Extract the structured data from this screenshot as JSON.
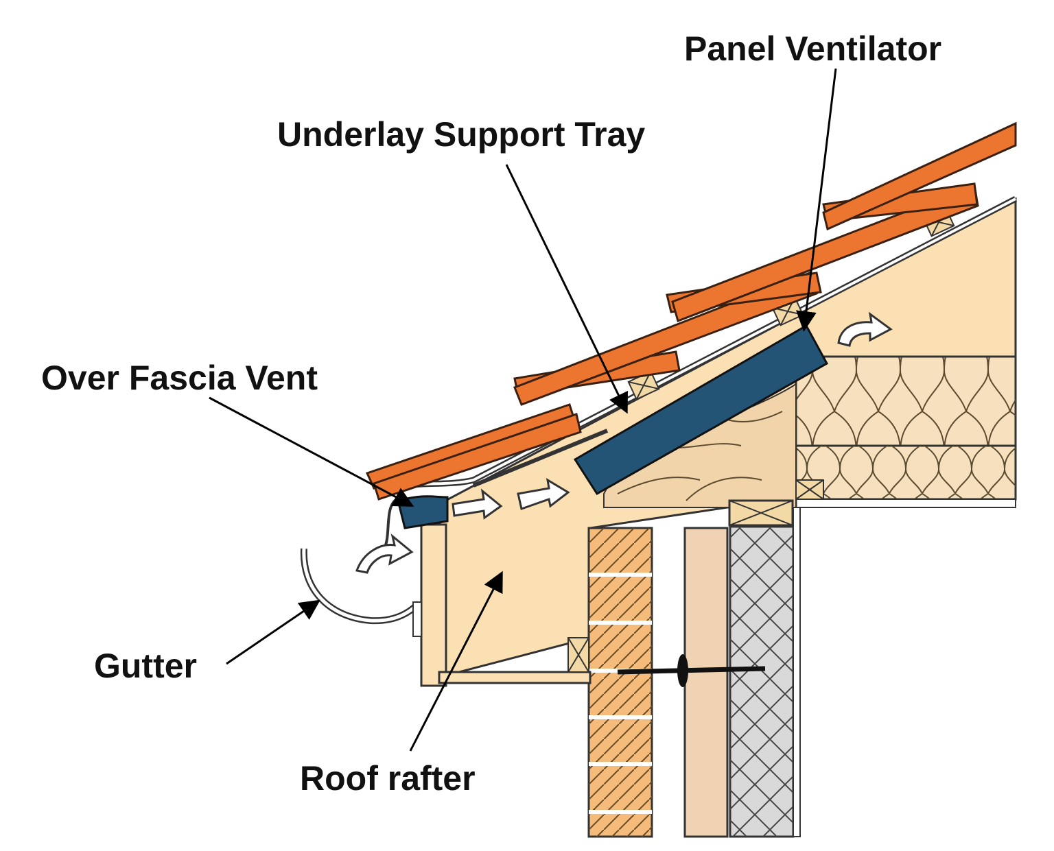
{
  "labels": {
    "panel_ventilator": "Panel Ventilator",
    "underlay_support_tray": "Underlay Support Tray",
    "over_fascia_vent": "Over Fascia Vent",
    "gutter": "Gutter",
    "roof_rafter": "Roof rafter"
  },
  "colors": {
    "tile": "#ec7530",
    "tile_stroke": "#3a2010",
    "timber": "#fbe0b4",
    "vent": "#245475",
    "insulation": "#f6e0bd",
    "brick": "#f4bb7a",
    "block": "#d9d9d9",
    "batten": "#f3d9a6"
  }
}
